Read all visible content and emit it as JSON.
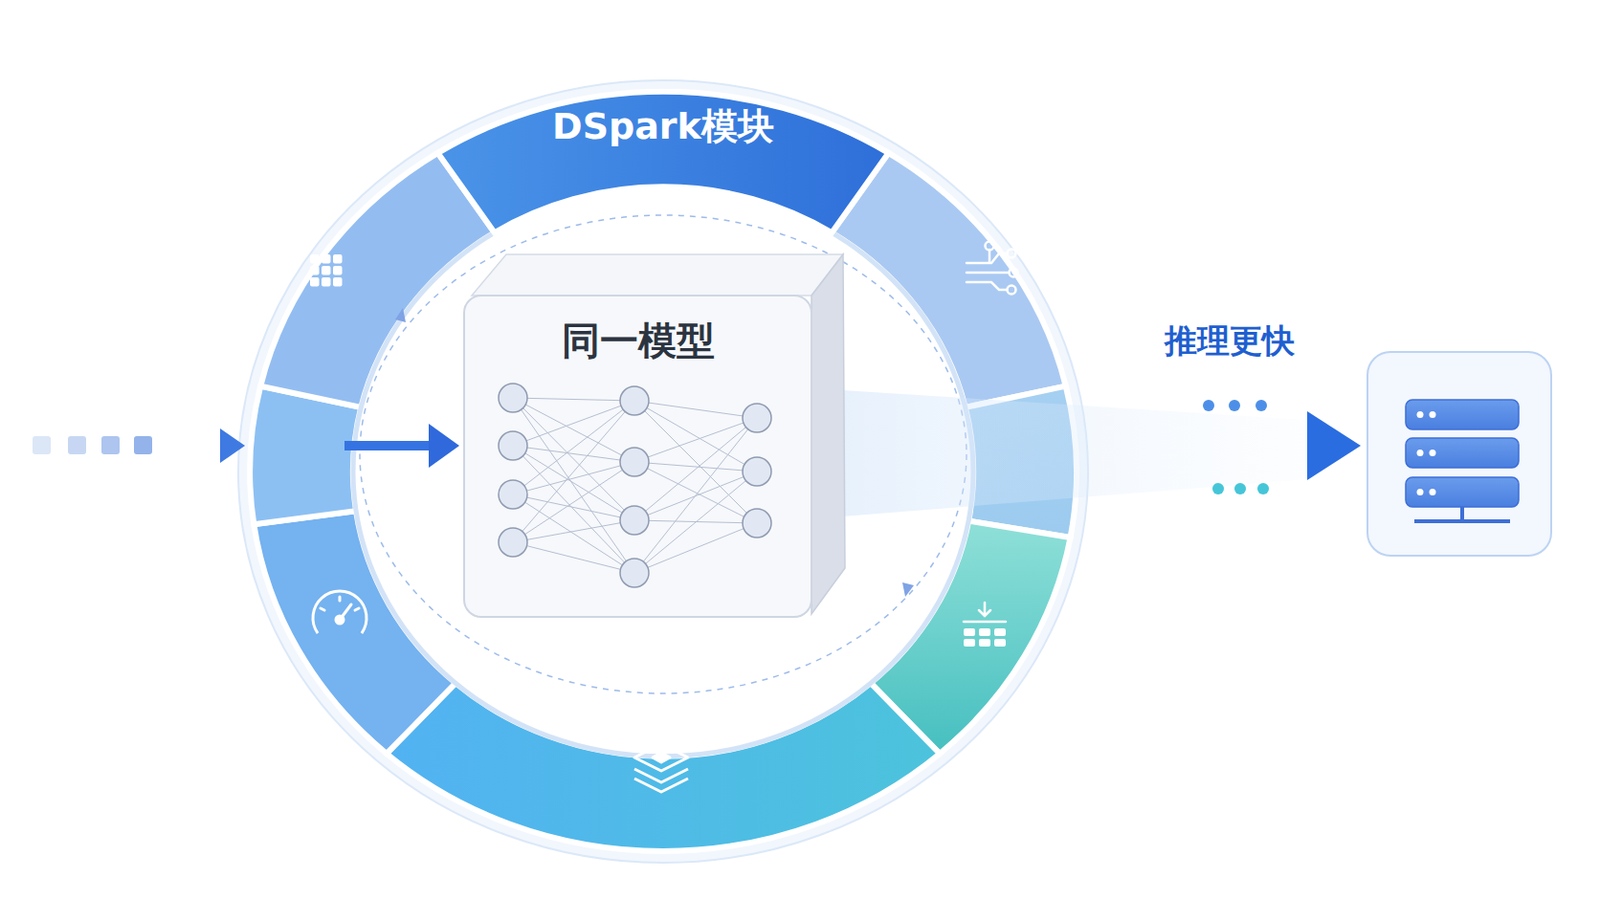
{
  "diagram": {
    "nodes": [
      {
        "text": [
          "DSpark模块"
        ]
      },
      {
        "text": [
          "同一模型"
        ]
      }
    ],
    "labels": [
      "推理更快"
    ]
  }
}
